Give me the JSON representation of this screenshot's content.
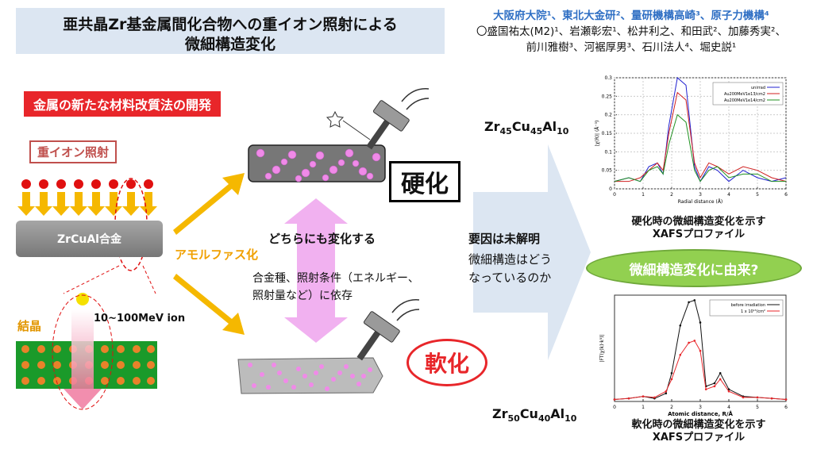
{
  "title": {
    "line1": "亜共晶Zr基金属間化合物への重イオン照射による",
    "line2": "微細構造変化"
  },
  "authors": {
    "affiliations": "大阪府大院¹、東北大金研²、量研機構高崎³、原子力機構⁴",
    "line1": "〇盛国祐太(M2)¹、岩瀬彰宏¹、松井利之、和田武²、加藤秀実²、",
    "line2": "前川雅樹³、河裾厚男³、石川法人⁴、堀史説¹"
  },
  "labels": {
    "new_method": "金属の新たな材料改質法の開発",
    "heavy_ion": "重イオン照射",
    "alloy": "ZrCuAl合金",
    "amorphous": "アモルファス化",
    "crystal": "結晶",
    "ion_energy": "10~100MeV ion",
    "both_change": "どちらにも変化する",
    "dependency_line1": "合金種、照射条件（エネルギー、",
    "dependency_line2": "照射量など）に依存",
    "hardening": "硬化",
    "softening": "軟化",
    "cause": "要因は未解明",
    "cause_line1": "微細構造はどう",
    "cause_line2": "なっているのか",
    "comp1_zr": "Zr",
    "comp1_zr_n": "45",
    "comp1_cu": "Cu",
    "comp1_cu_n": "45",
    "comp1_al": "Al",
    "comp1_al_n": "10",
    "comp2_zr": "Zr",
    "comp2_zr_n": "50",
    "comp2_cu": "Cu",
    "comp2_cu_n": "40",
    "comp2_al": "Al",
    "comp2_al_n": "10",
    "caption1_line1": "硬化時の微細構造変化を示す",
    "caption1_line2": "XAFSプロファイル",
    "caption2_line1": "軟化時の微細構造変化を示す",
    "caption2_line2": "XAFSプロファイル",
    "origin_question": "微細構造変化に由来?"
  },
  "colors": {
    "accent_red": "#e8262a",
    "accent_orange": "#f0a000",
    "pink": "#e97fe0",
    "green_oval": "#92d050",
    "title_bg": "#dce6f2"
  },
  "chart_data": [
    {
      "type": "line",
      "xlabel": "Radial distance (Å)",
      "ylabel": "|χ(R)| (Å⁻³)",
      "xlim": [
        0,
        6
      ],
      "ylim": [
        0,
        0.3
      ],
      "xticks": [
        "0",
        "1",
        "2",
        "3",
        "4",
        "5",
        "6"
      ],
      "yticks": [
        "0",
        "0.05",
        "0.1",
        "0.15",
        "0.2",
        "0.25",
        "0.3"
      ],
      "legend_position": "top-right",
      "x": [
        0,
        0.5,
        0.9,
        1.2,
        1.5,
        1.7,
        1.9,
        2.2,
        2.5,
        2.8,
        3.0,
        3.3,
        3.6,
        4.0,
        4.5,
        5.0,
        5.5,
        6.0
      ],
      "series": [
        {
          "name": "unirrad",
          "color": "#2020d0",
          "values": [
            0.02,
            0.03,
            0.02,
            0.06,
            0.07,
            0.04,
            0.17,
            0.3,
            0.28,
            0.06,
            0.02,
            0.06,
            0.05,
            0.02,
            0.05,
            0.03,
            0.02,
            0.03
          ]
        },
        {
          "name": "Au200MeV1e13/cm2",
          "color": "#d02020",
          "values": [
            0.02,
            0.02,
            0.03,
            0.05,
            0.07,
            0.05,
            0.15,
            0.26,
            0.24,
            0.07,
            0.03,
            0.07,
            0.06,
            0.04,
            0.06,
            0.05,
            0.03,
            0.02
          ]
        },
        {
          "name": "Au200MeV1e14/cm2",
          "color": "#209020",
          "values": [
            0.02,
            0.03,
            0.02,
            0.05,
            0.06,
            0.04,
            0.12,
            0.2,
            0.18,
            0.05,
            0.02,
            0.05,
            0.06,
            0.03,
            0.04,
            0.04,
            0.02,
            0.02
          ]
        }
      ]
    },
    {
      "type": "line",
      "xlabel": "Atomic distance, R/Å",
      "ylabel": "|FT(χ(k)·k³)|",
      "xlim": [
        0,
        6
      ],
      "xticks": [
        "0",
        "1",
        "2",
        "3",
        "4",
        "5",
        "6"
      ],
      "legend_position": "top-right",
      "x": [
        0,
        0.5,
        1.0,
        1.4,
        1.8,
        2.0,
        2.3,
        2.6,
        2.8,
        3.0,
        3.2,
        3.5,
        3.7,
        4.0,
        4.5,
        5.0,
        5.5,
        6.0
      ],
      "series": [
        {
          "name": "before irradiation",
          "color": "#111111",
          "values": [
            0.02,
            0.03,
            0.05,
            0.03,
            0.08,
            0.28,
            0.75,
            0.98,
            1.0,
            0.78,
            0.15,
            0.18,
            0.28,
            0.12,
            0.05,
            0.04,
            0.03,
            0.02
          ]
        },
        {
          "name": "1 x 10¹³/cm²",
          "color": "#e8262a",
          "values": [
            0.02,
            0.03,
            0.05,
            0.04,
            0.1,
            0.22,
            0.46,
            0.58,
            0.6,
            0.5,
            0.12,
            0.15,
            0.22,
            0.1,
            0.04,
            0.04,
            0.03,
            0.02
          ]
        }
      ]
    }
  ]
}
